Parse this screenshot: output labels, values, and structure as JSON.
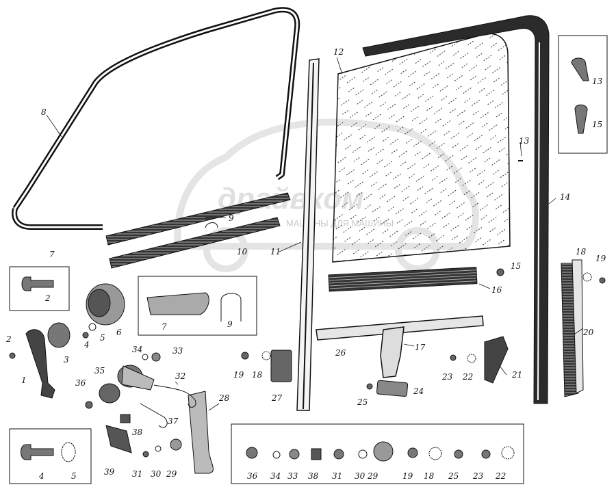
{
  "watermark": {
    "logo": "драйвком",
    "tagline": "МАШИНЫ ДЛЯ МАШИНЫ"
  },
  "callouts": {
    "c1": "1",
    "c2a": "2",
    "c2b": "2",
    "c3": "3",
    "c4a": "4",
    "c4b": "4",
    "c5a": "5",
    "c5b": "5",
    "c6": "6",
    "c7a": "7",
    "c7b": "7",
    "c8": "8",
    "c9a": "9",
    "c9b": "9",
    "c10": "10",
    "c11": "11",
    "c12": "12",
    "c13a": "13",
    "c13b": "13",
    "c14": "14",
    "c15a": "15",
    "c15b": "15",
    "c16": "16",
    "c17": "17",
    "c18a": "18",
    "c18b": "18",
    "c18c": "18",
    "c19a": "19",
    "c19b": "19",
    "c19c": "19",
    "c20": "20",
    "c21": "21",
    "c22a": "22",
    "c22b": "22",
    "c23a": "23",
    "c23b": "23",
    "c24": "24",
    "c25a": "25",
    "c25b": "25",
    "c26": "26",
    "c27": "27",
    "c28": "28",
    "c29a": "29",
    "c29b": "29",
    "c30a": "30",
    "c30b": "30",
    "c31a": "31",
    "c31b": "31",
    "c32": "32",
    "c33a": "33",
    "c33b": "33",
    "c34a": "34",
    "c34b": "34",
    "c35": "35",
    "c36a": "36",
    "c36b": "36",
    "c37": "37",
    "c38a": "38",
    "c38b": "38",
    "c39": "39"
  }
}
